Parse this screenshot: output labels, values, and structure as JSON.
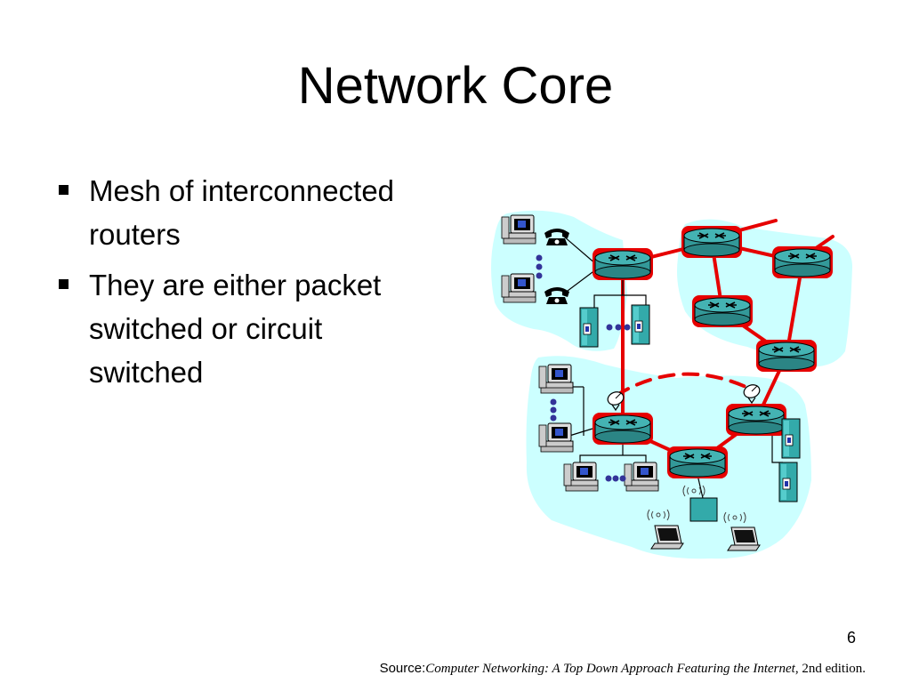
{
  "slide": {
    "title": "Network Core",
    "bullets": [
      "Mesh of interconnected routers",
      "They are either packet switched or circuit switched"
    ],
    "page_number": "6",
    "source": {
      "label": "Source:",
      "title": "Computer Networking: A Top Down Approach Featuring the Internet",
      "edition": ", 2nd edition."
    }
  },
  "colors": {
    "network_region": "#CCFFFF",
    "router": "#339999",
    "link": "#E60000",
    "dots": "#333399"
  },
  "diagram": {
    "icons": [
      "router-icon",
      "pc-icon",
      "phone-icon",
      "server-icon",
      "laptop-icon",
      "satellite-dish-icon",
      "wireless-access-point-icon"
    ]
  }
}
